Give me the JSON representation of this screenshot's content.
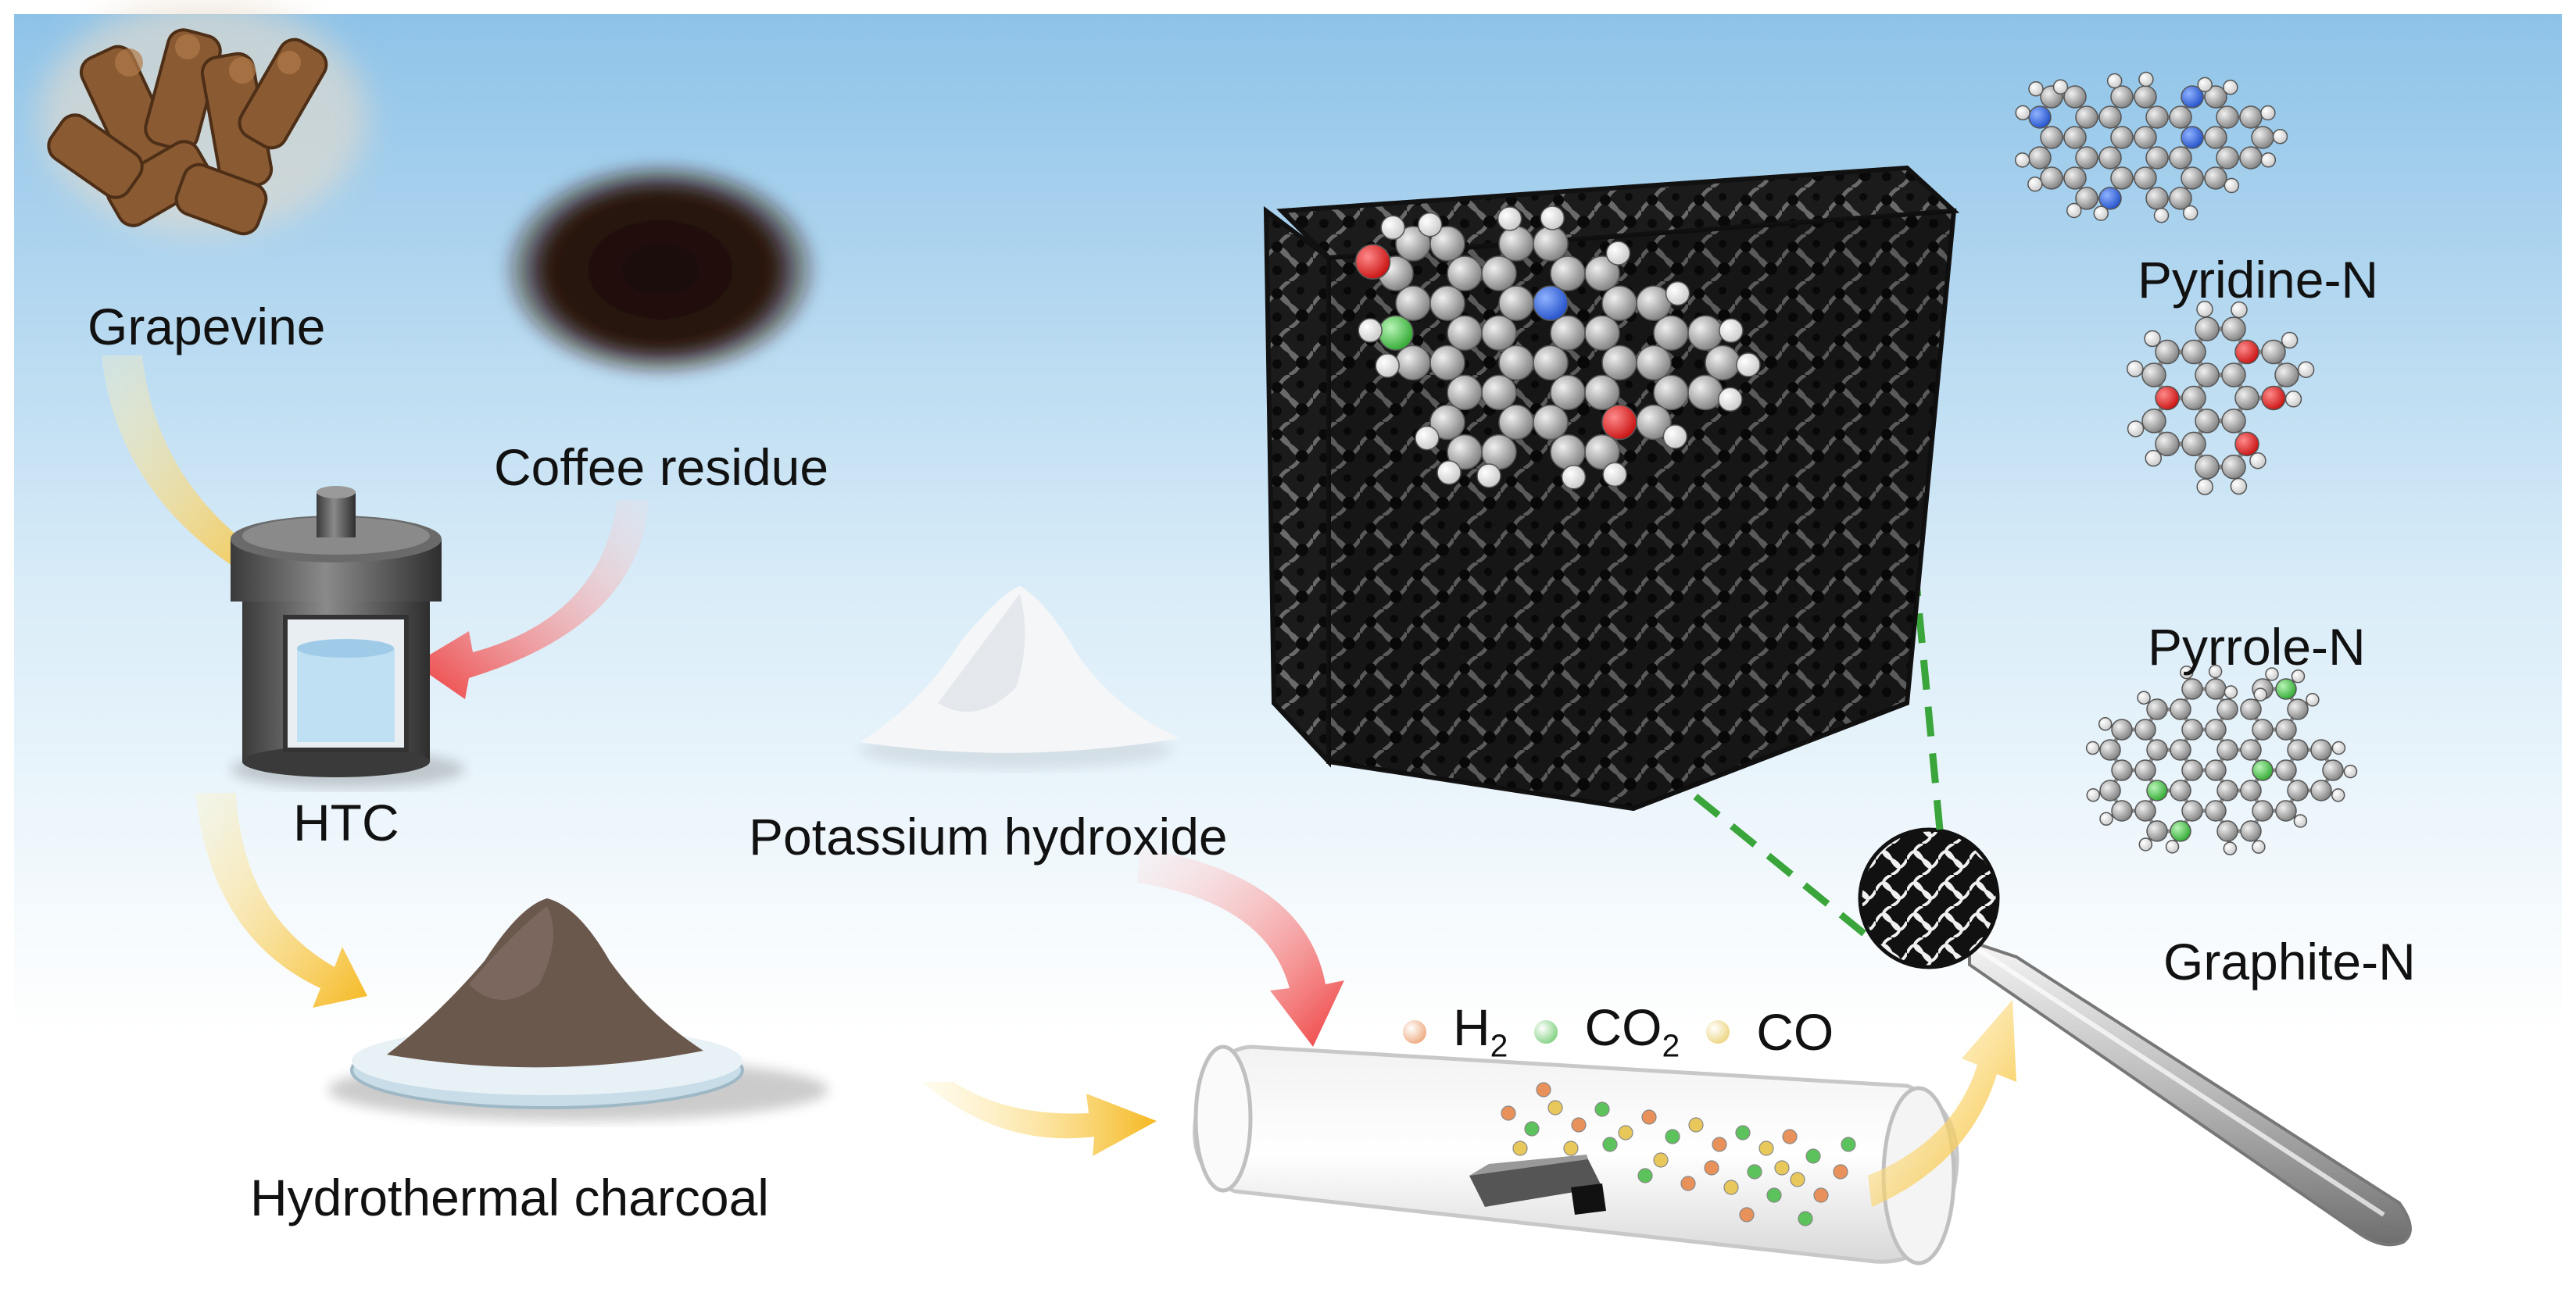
{
  "labels": {
    "grapevine": "Grapevine",
    "coffee_residue": "Coffee residue",
    "htc": "HTC",
    "hydrothermal_charcoal": "Hydrothermal charcoal",
    "potassium_hydroxide": "Potassium hydroxide",
    "pyridine_n": "Pyridine-N",
    "pyrrole_n": "Pyrrole-N",
    "graphite_n": "Graphite-N"
  },
  "gases": [
    {
      "main": "H",
      "sub": "2",
      "color": "#e8915a"
    },
    {
      "main": "CO",
      "sub": "2",
      "color": "#5cc35c"
    },
    {
      "main": "CO",
      "sub": "",
      "color": "#e8c85a"
    }
  ],
  "colors": {
    "carbon_atom": "#9a9a9a",
    "hydrogen_atom": "#ffffff",
    "nitrogen_atom": "#3a6ee8",
    "oxygen_atom": "#e02020",
    "dopant_atom": "#5cd05c",
    "flow_arrow": "#f5b921",
    "reagent_arrow": "#ee4444",
    "zoom_line": "#3aa53a"
  }
}
